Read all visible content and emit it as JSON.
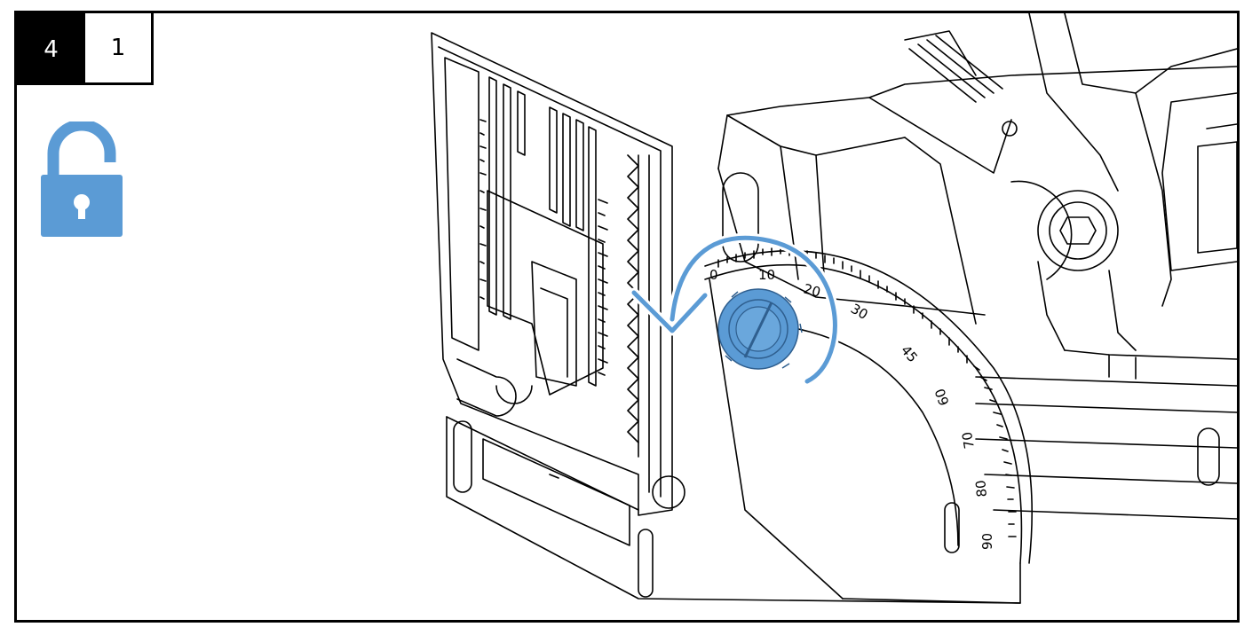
{
  "step": {
    "major": "4",
    "minor": "1"
  },
  "icons": {
    "unlock": "unlock-icon",
    "rotate": "counterclockwise-arrow-icon"
  },
  "scale": {
    "labels": [
      "0",
      "10",
      "20",
      "30",
      "45",
      "60",
      "70",
      "80",
      "90"
    ]
  },
  "colors": {
    "accent": "#5b9bd5",
    "line": "#000000",
    "background": "#ffffff"
  }
}
